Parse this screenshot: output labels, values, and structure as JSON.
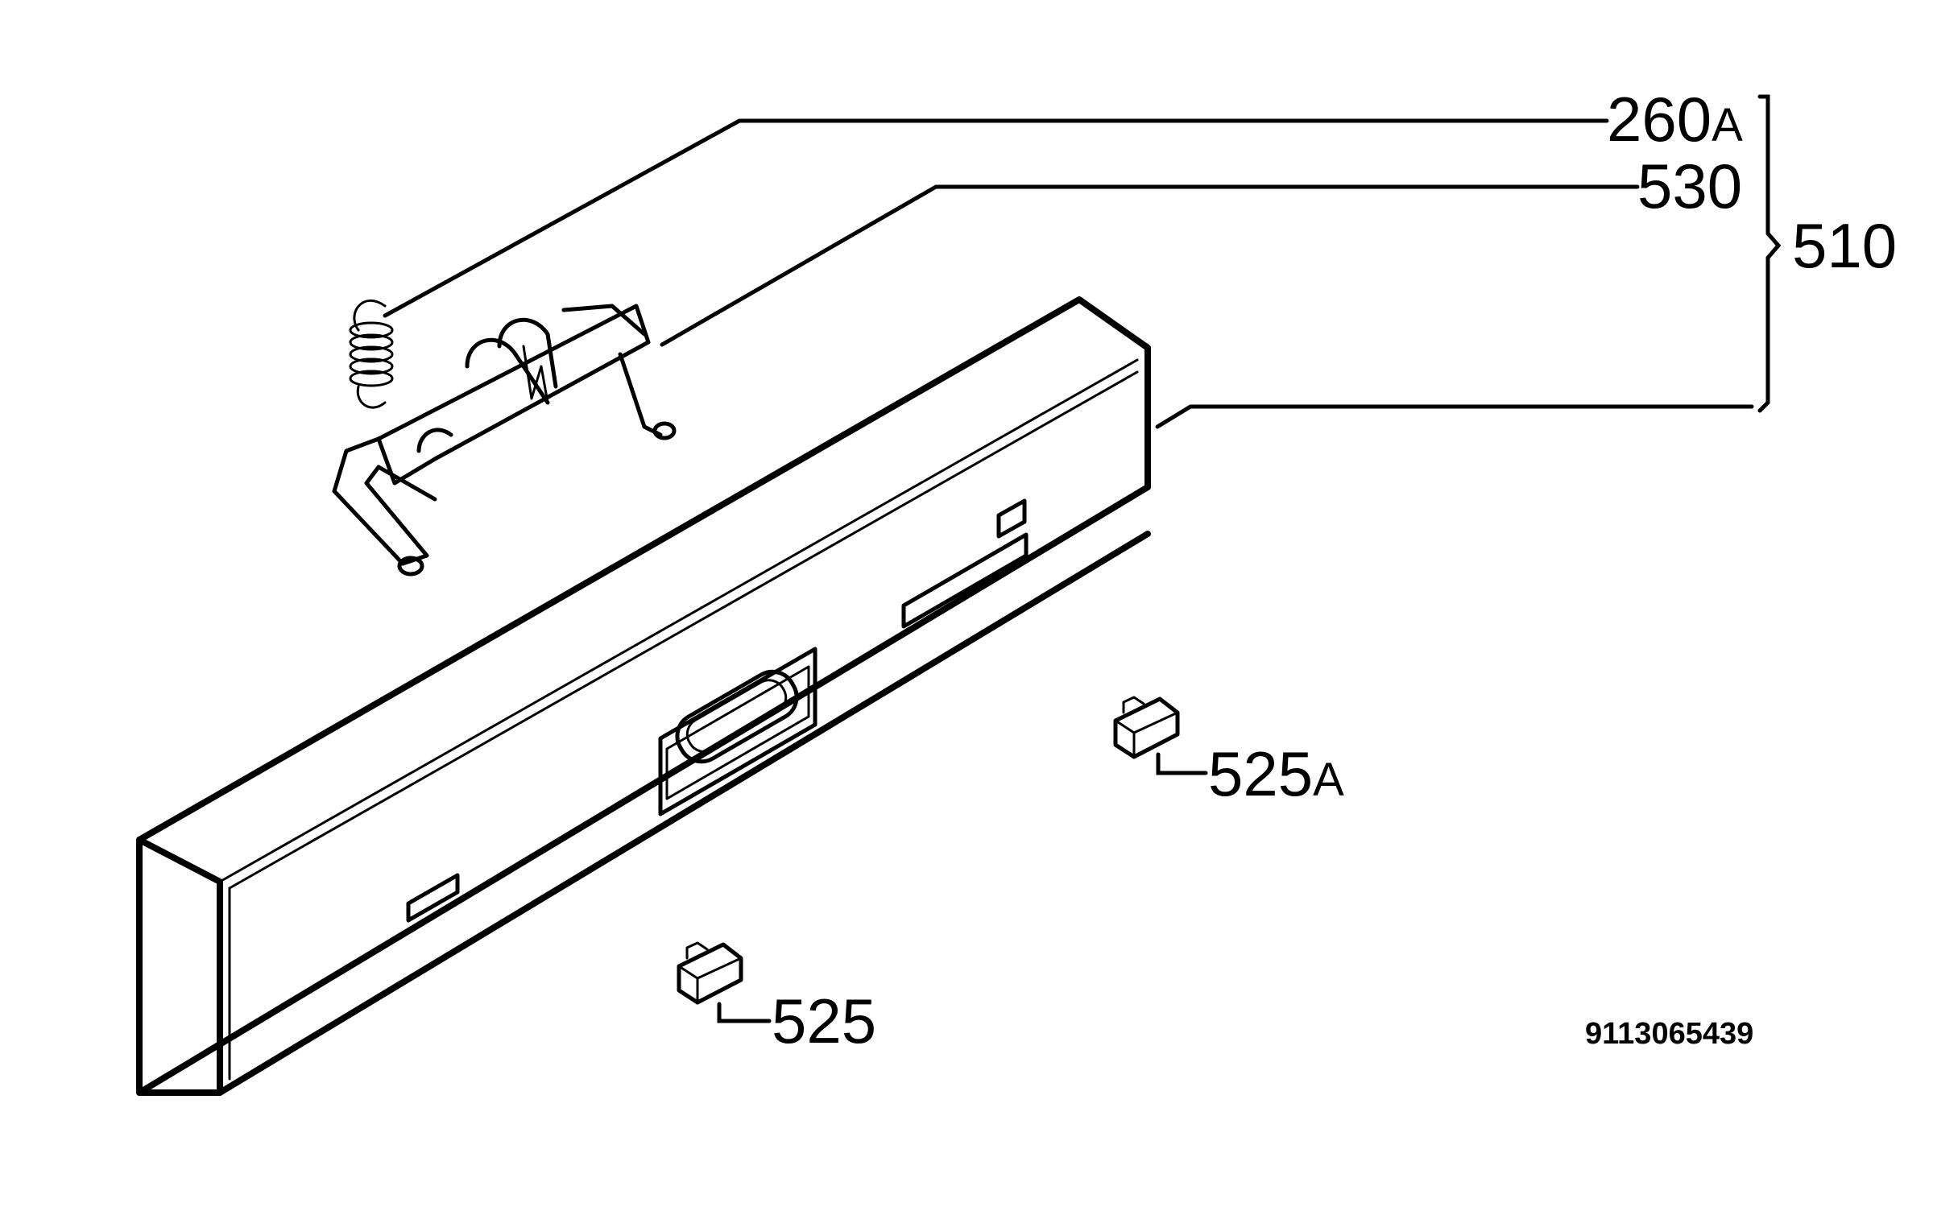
{
  "labels": {
    "spring": {
      "number": "260",
      "suffix": "A"
    },
    "hinge": {
      "number": "530",
      "suffix": ""
    },
    "assembly": {
      "number": "510",
      "suffix": ""
    },
    "button_right": {
      "number": "525",
      "suffix": "A"
    },
    "button_left": {
      "number": "525",
      "suffix": ""
    }
  },
  "document_number": "9113065439",
  "colors": {
    "line": "#000000",
    "background": "#ffffff"
  }
}
